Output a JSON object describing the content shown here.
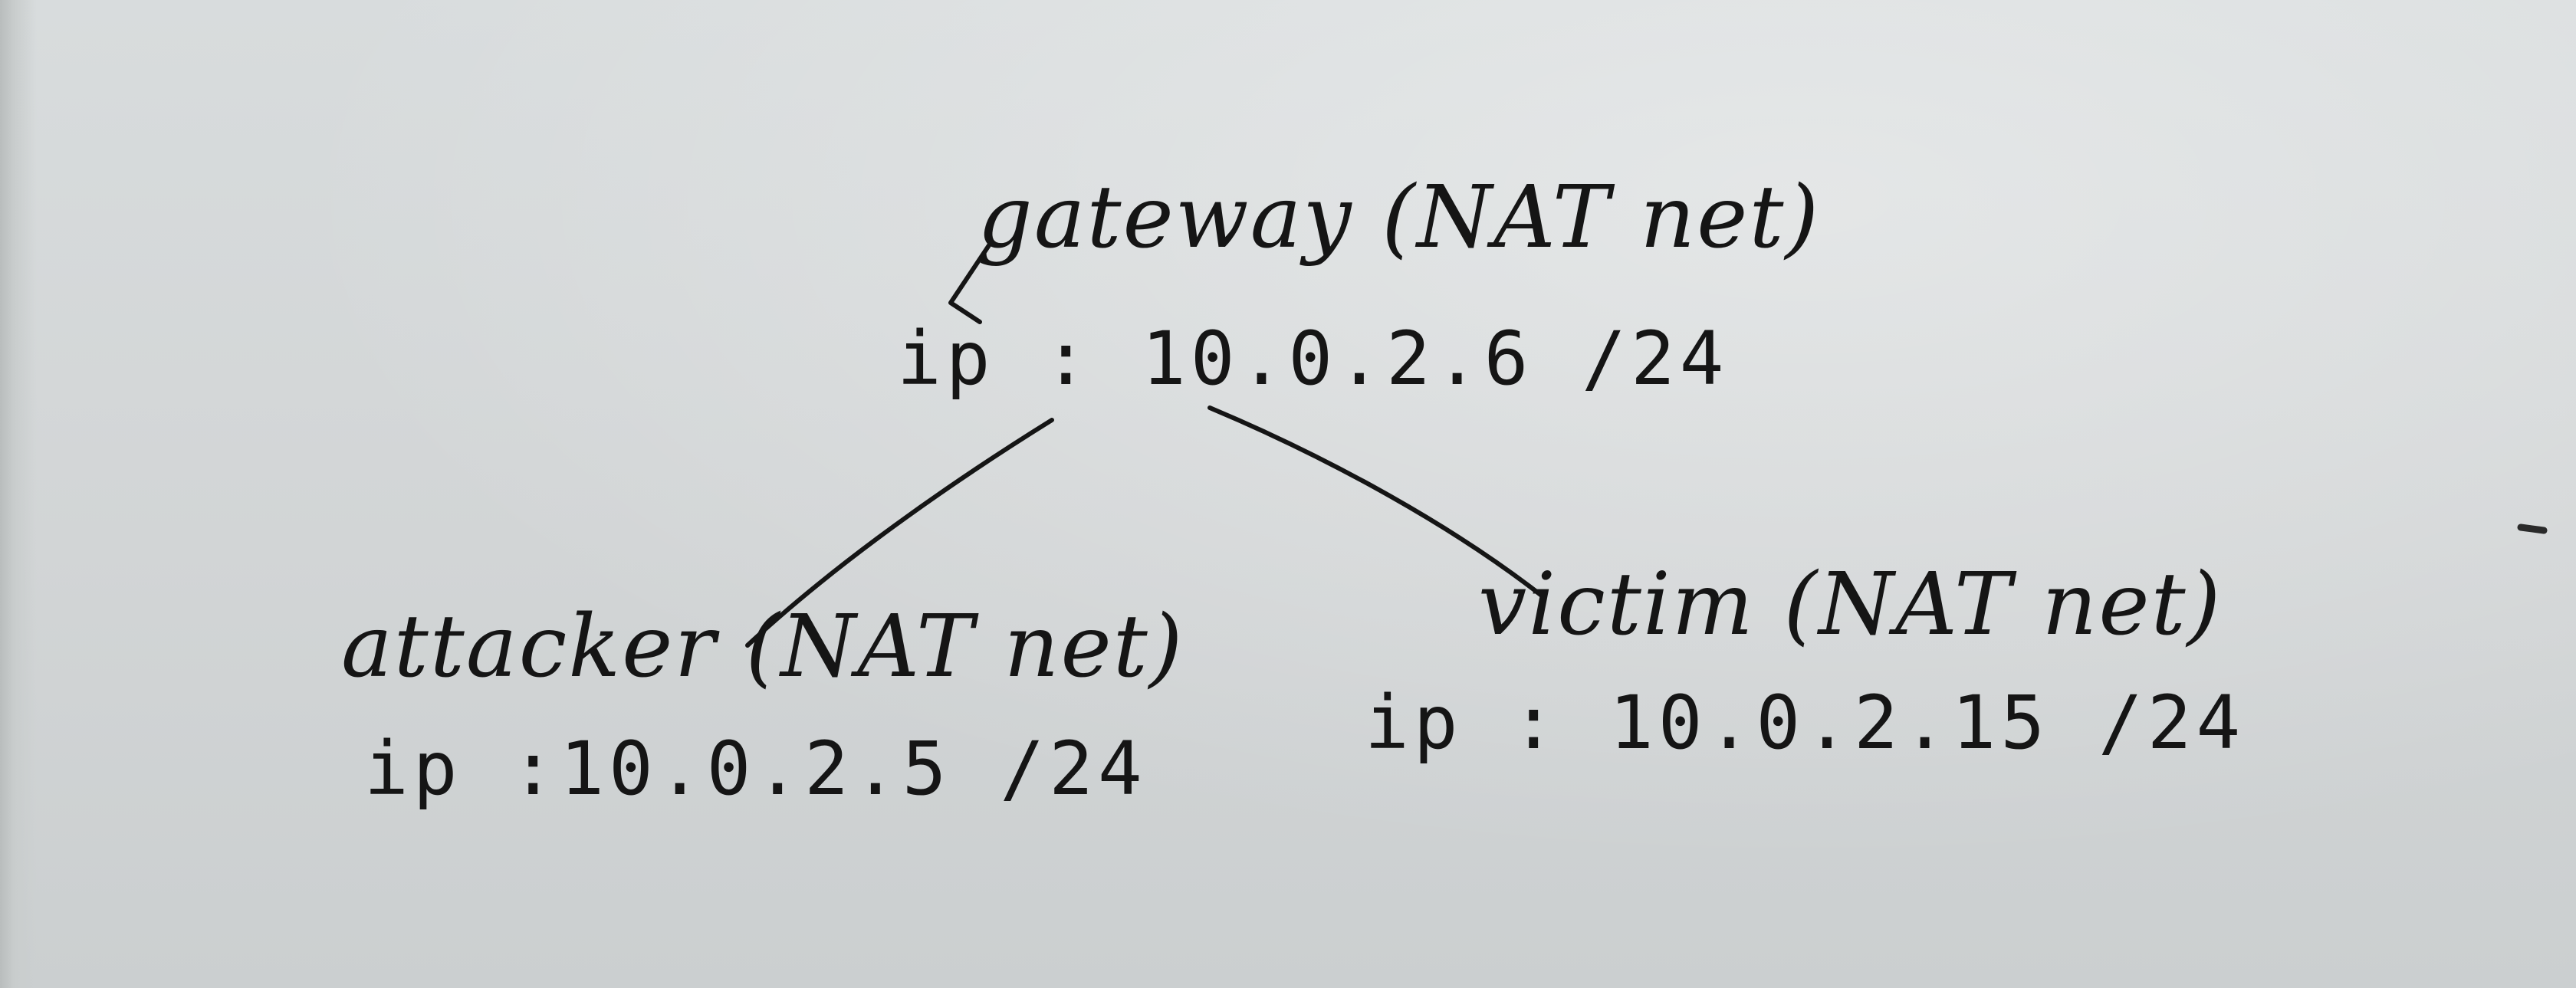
{
  "nodes": {
    "gateway": {
      "name": "gateway (NAT net)",
      "ip": "ip : 10.0.2.6 /24"
    },
    "attacker": {
      "name": "attacker (NAT net)",
      "ip": "ip :10.0.2.5 /24"
    },
    "victim": {
      "name": "victim (NAT net)",
      "ip": "ip : 10.0.2.15 /24"
    }
  },
  "edges": [
    {
      "from": "gateway",
      "to": "attacker"
    },
    {
      "from": "gateway",
      "to": "victim"
    }
  ],
  "colors": {
    "ink": "#151515",
    "paper": "#d3d6d8"
  }
}
